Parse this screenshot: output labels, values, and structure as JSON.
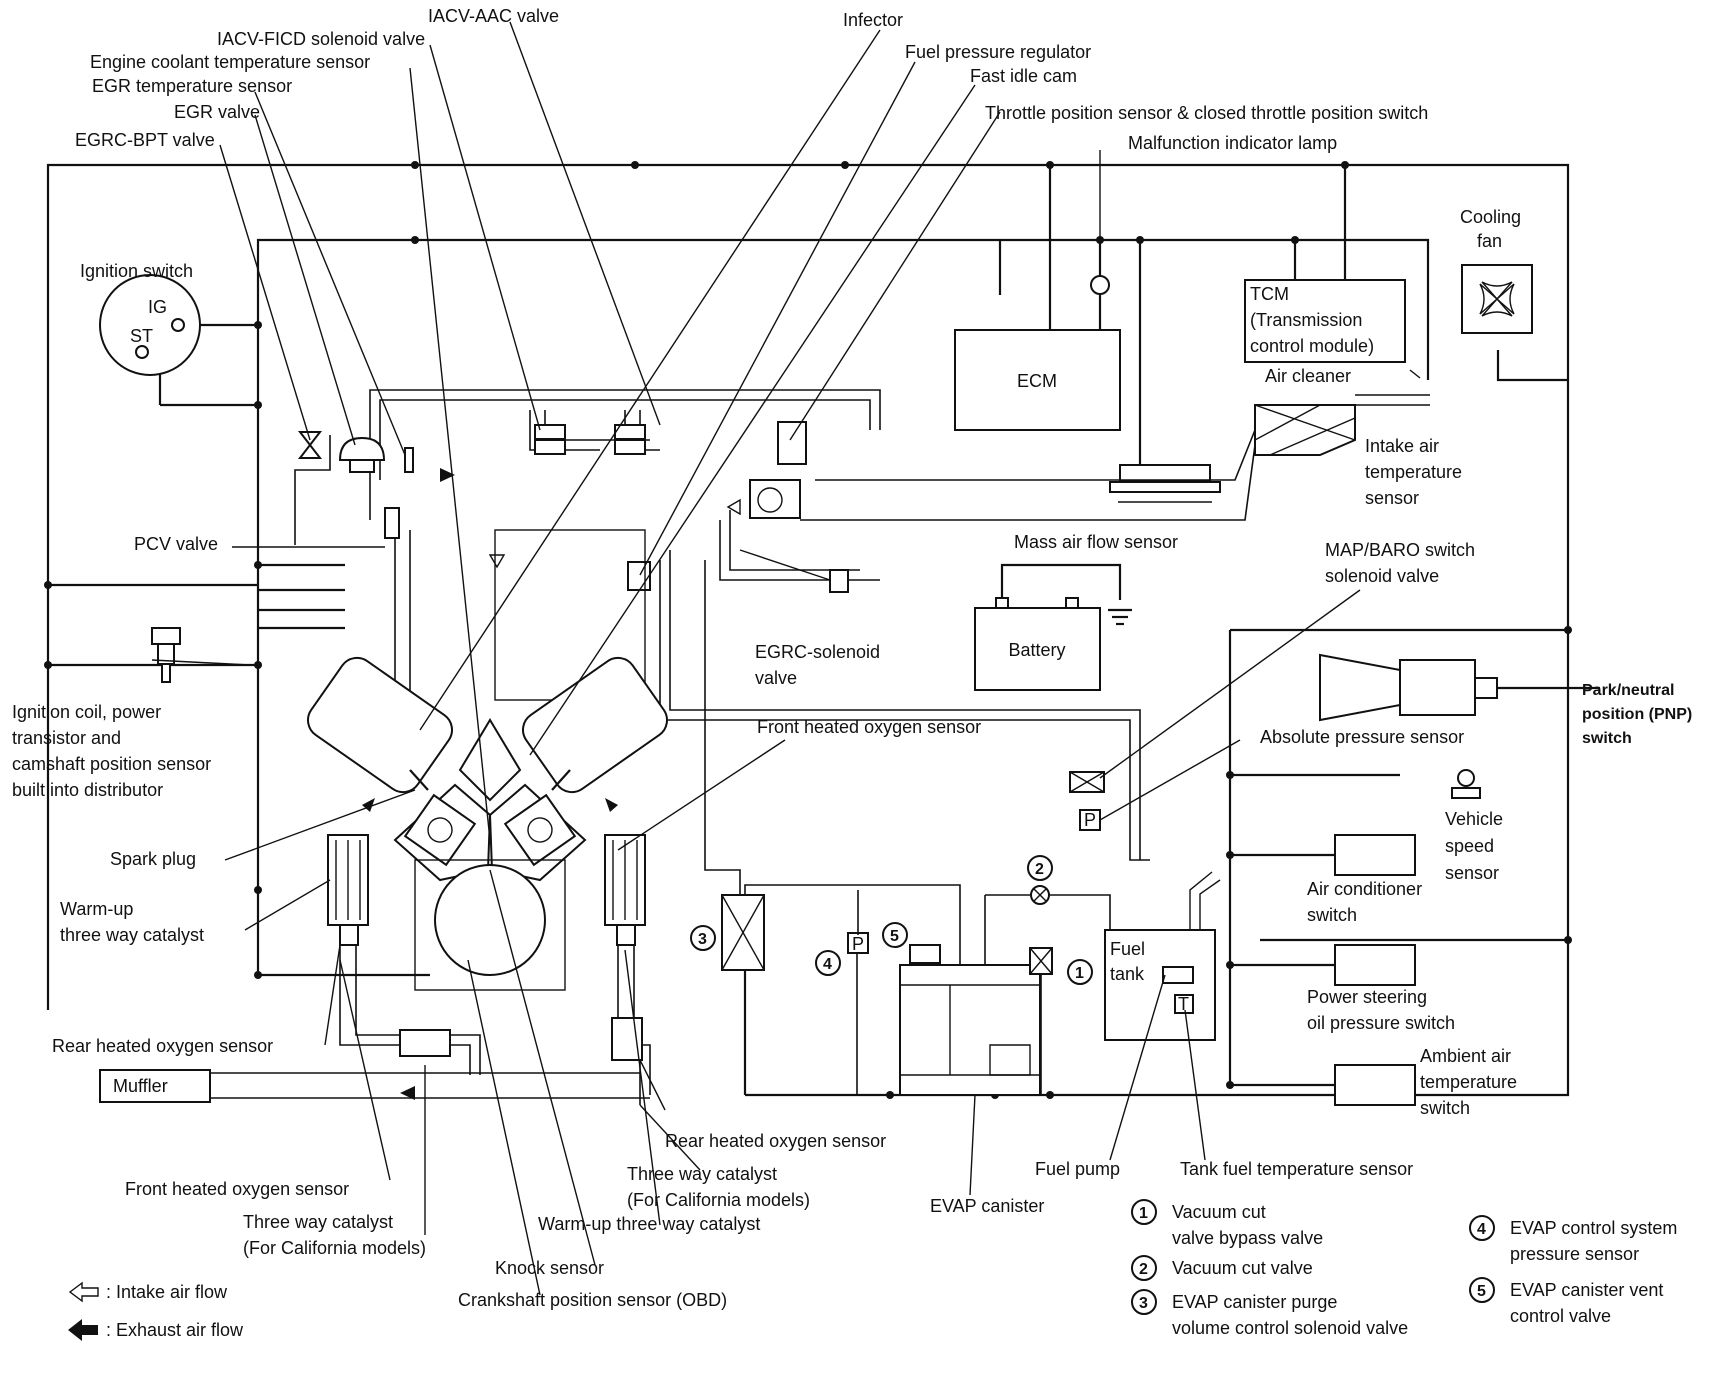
{
  "labels": {
    "iacv_aac_valve": "IACV-AAC valve",
    "iacv_ficd_solenoid_valve": "IACV-FICD solenoid valve",
    "engine_coolant_temperature_sensor": "Engine coolant temperature sensor",
    "egr_temperature_sensor": "EGR temperature sensor",
    "egr_valve": "EGR valve",
    "egrc_bpt_valve": "EGRC-BPT valve",
    "injector": "Infector",
    "fuel_pressure_regulator": "Fuel pressure regulator",
    "fast_idle_cam": "Fast idle cam",
    "throttle_position_sensor": "Throttle position sensor & closed throttle position switch",
    "malfunction_indicator_lamp": "Malfunction indicator lamp",
    "cooling_fan_1": "Cooling",
    "cooling_fan_2": "fan",
    "ignition_switch": "Ignition switch",
    "ig": "IG",
    "st": "ST",
    "tcm_1": "TCM",
    "tcm_2": "(Transmission",
    "tcm_3": "control module)",
    "ecm": "ECM",
    "air_cleaner": "Air cleaner",
    "intake_air_temp_1": "Intake air",
    "intake_air_temp_2": "temperature",
    "intake_air_temp_3": "sensor",
    "mass_air_flow_sensor": "Mass air flow sensor",
    "pcv_valve": "PCV valve",
    "map_baro_1": "MAP/BARO switch",
    "map_baro_2": "solenoid valve",
    "battery": "Battery",
    "egrc_solenoid_1": "EGRC-solenoid",
    "egrc_solenoid_2": "valve",
    "ignition_coil_1": "Ignition coil, power",
    "ignition_coil_2": "transistor and",
    "ignition_coil_3": "camshaft position sensor",
    "ignition_coil_4": "built into distributor",
    "front_heated_o2_top": "Front heated oxygen sensor",
    "park_neutral_1": "Park/neutral",
    "park_neutral_2": "position (PNP)",
    "park_neutral_3": "switch",
    "absolute_pressure_sensor": "Absolute pressure sensor",
    "vehicle_speed_1": "Vehicle",
    "vehicle_speed_2": "speed",
    "vehicle_speed_3": "sensor",
    "spark_plug": "Spark plug",
    "warmup_twc_left_1": "Warm-up",
    "warmup_twc_left_2": "three way catalyst",
    "air_conditioner_1": "Air conditioner",
    "air_conditioner_2": "switch",
    "fuel_tank_1": "Fuel",
    "fuel_tank_2": "tank",
    "power_steering_1": "Power steering",
    "power_steering_2": "oil pressure switch",
    "rear_heated_o2_left": "Rear heated oxygen sensor",
    "muffler": "Muffler",
    "ambient_air_1": "Ambient air",
    "ambient_air_2": "temperature",
    "ambient_air_3": "switch",
    "rear_heated_o2_right": "Rear heated oxygen sensor",
    "twc_right_1": "Three way catalyst",
    "twc_right_2": "(For California models)",
    "fuel_pump": "Fuel pump",
    "tank_fuel_temp": "Tank fuel temperature sensor",
    "front_heated_o2_bottom": "Front heated oxygen sensor",
    "warmup_twc_bottom": "Warm-up three way catalyst",
    "evap_canister": "EVAP canister",
    "twc_left_1": "Three way catalyst",
    "twc_left_2": "(For California models)",
    "knock_sensor": "Knock sensor",
    "crankshaft_sensor": "Crankshaft position sensor (OBD)"
  },
  "legend": {
    "intake_air_flow": ": Intake air flow",
    "exhaust_air_flow": ": Exhaust air flow"
  },
  "numbered_legend": [
    {
      "num": "1",
      "line1": "Vacuum cut",
      "line2": "valve bypass valve"
    },
    {
      "num": "2",
      "line1": "Vacuum cut valve",
      "line2": ""
    },
    {
      "num": "3",
      "line1": "EVAP canister purge",
      "line2": "volume control solenoid valve"
    },
    {
      "num": "4",
      "line1": "EVAP control system",
      "line2": "pressure sensor"
    },
    {
      "num": "5",
      "line1": "EVAP canister vent",
      "line2": "control valve"
    }
  ],
  "markers": {
    "p": "P",
    "t": "T"
  }
}
